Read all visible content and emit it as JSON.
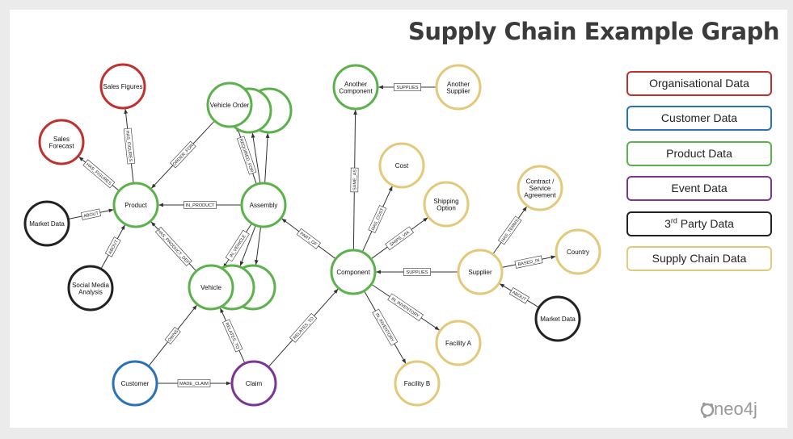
{
  "title": "Supply Chain Example Graph",
  "colors": {
    "organisational": "#c0302f",
    "customer": "#2a72b8",
    "product": "#5bb14a",
    "event": "#7b3596",
    "third_party": "#222222",
    "supply_chain": "#e3c97a"
  },
  "legend": [
    {
      "label": "Organisational Data",
      "color": "#c0302f"
    },
    {
      "label": "Customer Data",
      "color": "#2a72b8"
    },
    {
      "label": "Product Data",
      "color": "#5bb14a"
    },
    {
      "label": "Event Data",
      "color": "#7b3596"
    },
    {
      "label_prefix": "3",
      "label_sup": "rd",
      "label_suffix": " Party Data",
      "color": "#222222"
    },
    {
      "label": "Supply Chain Data",
      "color": "#e3c97a"
    }
  ],
  "nodes": {
    "sales_figures": {
      "lines": [
        "Sales Figures"
      ],
      "category": "organisational"
    },
    "sales_forecast": {
      "lines": [
        "Sales",
        "Forecast"
      ],
      "category": "organisational"
    },
    "market_data_left": {
      "lines": [
        "Market Data"
      ],
      "category": "third_party"
    },
    "social_media": {
      "lines": [
        "Social Media",
        "Analysis"
      ],
      "category": "third_party"
    },
    "product": {
      "lines": [
        "Product"
      ],
      "category": "product"
    },
    "vehicle_order": {
      "lines": [
        "Vehicle Order"
      ],
      "category": "product"
    },
    "assembly": {
      "lines": [
        "Assembly"
      ],
      "category": "product"
    },
    "vehicle": {
      "lines": [
        "Vehicle"
      ],
      "category": "product"
    },
    "another_component": {
      "lines": [
        "Another",
        "Component"
      ],
      "category": "product"
    },
    "component": {
      "lines": [
        "Component"
      ],
      "category": "product"
    },
    "customer": {
      "lines": [
        "Customer"
      ],
      "category": "customer"
    },
    "claim": {
      "lines": [
        "Claim"
      ],
      "category": "event"
    },
    "another_supplier": {
      "lines": [
        "Another",
        "Supplier"
      ],
      "category": "supply_chain"
    },
    "cost": {
      "lines": [
        "Cost"
      ],
      "category": "supply_chain"
    },
    "shipping_option": {
      "lines": [
        "Shipping",
        "Option"
      ],
      "category": "supply_chain"
    },
    "facility_a": {
      "lines": [
        "Facility A"
      ],
      "category": "supply_chain"
    },
    "facility_b": {
      "lines": [
        "Facility B"
      ],
      "category": "supply_chain"
    },
    "supplier": {
      "lines": [
        "Supplier"
      ],
      "category": "supply_chain"
    },
    "contract": {
      "lines": [
        "Contract /",
        "Service",
        "Agreement"
      ],
      "category": "supply_chain"
    },
    "country": {
      "lines": [
        "Country"
      ],
      "category": "supply_chain"
    },
    "market_data_right": {
      "lines": [
        "Market Data"
      ],
      "category": "third_party"
    }
  },
  "edges": [
    {
      "from": "product",
      "to": "sales_figures",
      "label": "HAS_FIGURES"
    },
    {
      "from": "product",
      "to": "sales_forecast",
      "label": "HAS_FIGURES"
    },
    {
      "from": "market_data_left",
      "to": "product",
      "label": "ABOUT"
    },
    {
      "from": "social_media",
      "to": "product",
      "label": "ABOUT"
    },
    {
      "from": "vehicle_order",
      "to": "product",
      "label": "ORDER_FOR"
    },
    {
      "from": "assembly",
      "to": "product",
      "label": "IN_PRODUCT"
    },
    {
      "from": "assembly",
      "to": "vehicle_order",
      "label": "REQUIRED_FOR"
    },
    {
      "from": "assembly",
      "to": "vehicle_order_2",
      "label": ""
    },
    {
      "from": "assembly",
      "to": "vehicle_order_3",
      "label": ""
    },
    {
      "from": "assembly",
      "to": "vehicle",
      "label": "IN_VEHICLE"
    },
    {
      "from": "assembly",
      "to": "vehicle_2",
      "label": ""
    },
    {
      "from": "assembly",
      "to": "vehicle_3",
      "label": ""
    },
    {
      "from": "vehicle",
      "to": "product",
      "label": "HAS_PRODUCT_DEF"
    },
    {
      "from": "component",
      "to": "assembly",
      "label": "PART_OF"
    },
    {
      "from": "component",
      "to": "another_component",
      "label": "SAME_AS"
    },
    {
      "from": "another_supplier",
      "to": "another_component",
      "label": "SUPPLIES"
    },
    {
      "from": "component",
      "to": "cost",
      "label": "HAS_COST"
    },
    {
      "from": "component",
      "to": "shipping_option",
      "label": "SHIPS_VIA"
    },
    {
      "from": "component",
      "to": "facility_a",
      "label": "IN_INVENTORY"
    },
    {
      "from": "component",
      "to": "facility_b",
      "label": "IN_INVENTORY"
    },
    {
      "from": "supplier",
      "to": "component",
      "label": "SUPPLIES"
    },
    {
      "from": "supplier",
      "to": "contract",
      "label": "HAS_TERMS"
    },
    {
      "from": "supplier",
      "to": "country",
      "label": "BASED_IN"
    },
    {
      "from": "market_data_right",
      "to": "supplier",
      "label": "ABOUT"
    },
    {
      "from": "customer",
      "to": "vehicle",
      "label": "OWNS"
    },
    {
      "from": "customer",
      "to": "claim",
      "label": "MADE_CLAIM"
    },
    {
      "from": "claim",
      "to": "vehicle",
      "label": "RELATES_TO"
    },
    {
      "from": "claim",
      "to": "component",
      "label": "RELATES_TO"
    }
  ],
  "logo": {
    "text": "neo4j"
  }
}
